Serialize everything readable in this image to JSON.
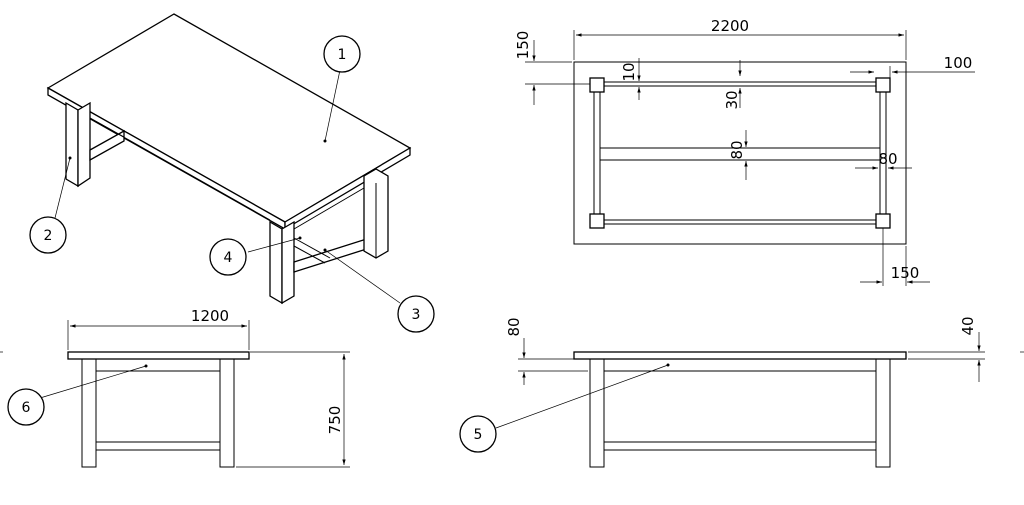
{
  "dimensions": {
    "top_length": "2200",
    "top_overhang_end": "150",
    "rail_offset": "10",
    "rail_width": "30",
    "side_offset": "100",
    "middle_rail": "80",
    "leg_side": "80",
    "leg_inset": "150",
    "front_width": "1200",
    "height": "750",
    "apron_height": "80",
    "top_thickness": "40"
  },
  "balloons": [
    "1",
    "2",
    "3",
    "4",
    "5",
    "6"
  ]
}
